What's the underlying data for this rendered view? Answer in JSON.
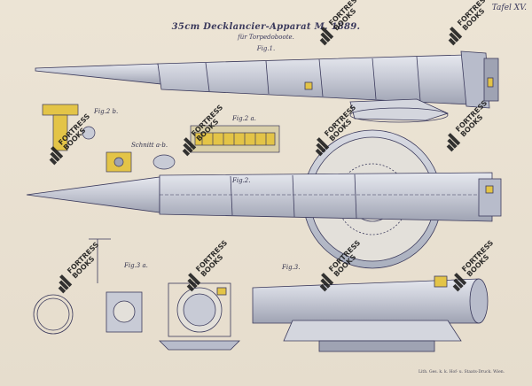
{
  "plate": {
    "tafel": "Tafel XV.",
    "title": "35cm Decklancier-Apparat M. 1889.",
    "subtitle": "für Torpedoboote.",
    "fig_main": "Fig.1.",
    "imprint": "Lith. Ges. k. k. Hof- u. Staats-Druck. Wien."
  },
  "figures": {
    "fig1": "Fig.1.",
    "fig2": "Fig.2.",
    "fig2a": "Fig.2 a.",
    "fig2b": "Fig.2 b.",
    "fig3a": "Fig.3 a.",
    "fig3": "Fig.3.",
    "schnitt": "Schnitt a-b."
  },
  "watermark": {
    "line1": "FORTRESS",
    "line2": "BOOKS"
  },
  "colors": {
    "paper": "#e9e1d2",
    "ink": "#3b3a5c",
    "barrel": "#c8cbd6",
    "brass": "#e3c447",
    "watermark": "#1a1a1a"
  }
}
